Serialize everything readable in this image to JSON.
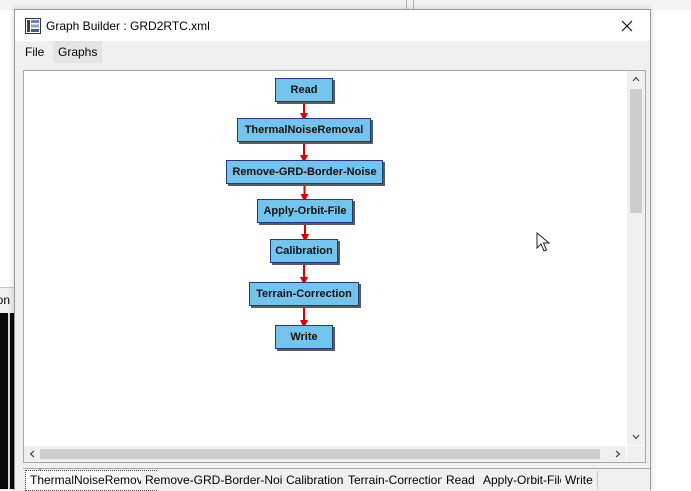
{
  "window": {
    "title": "Graph Builder : GRD2RTC.xml"
  },
  "menu": [
    {
      "label": "File"
    },
    {
      "label": "Graphs"
    }
  ],
  "background": {
    "left_tab_fragment": "ion"
  },
  "graph": {
    "nodes": [
      {
        "label": "Read"
      },
      {
        "label": "ThermalNoiseRemoval"
      },
      {
        "label": "Remove-GRD-Border-Noise"
      },
      {
        "label": "Apply-Orbit-File"
      },
      {
        "label": "Calibration"
      },
      {
        "label": "Terrain-Correction"
      },
      {
        "label": "Write"
      }
    ],
    "edge_color": "#e00000",
    "node_color": "#74c3ec"
  },
  "tabs": [
    {
      "label": "ThermalNoiseRemoval",
      "selected": true
    },
    {
      "label": "Remove-GRD-Border-Noise"
    },
    {
      "label": "Calibration"
    },
    {
      "label": "Terrain-Correction"
    },
    {
      "label": "Read"
    },
    {
      "label": "Apply-Orbit-File"
    },
    {
      "label": "Write"
    }
  ]
}
